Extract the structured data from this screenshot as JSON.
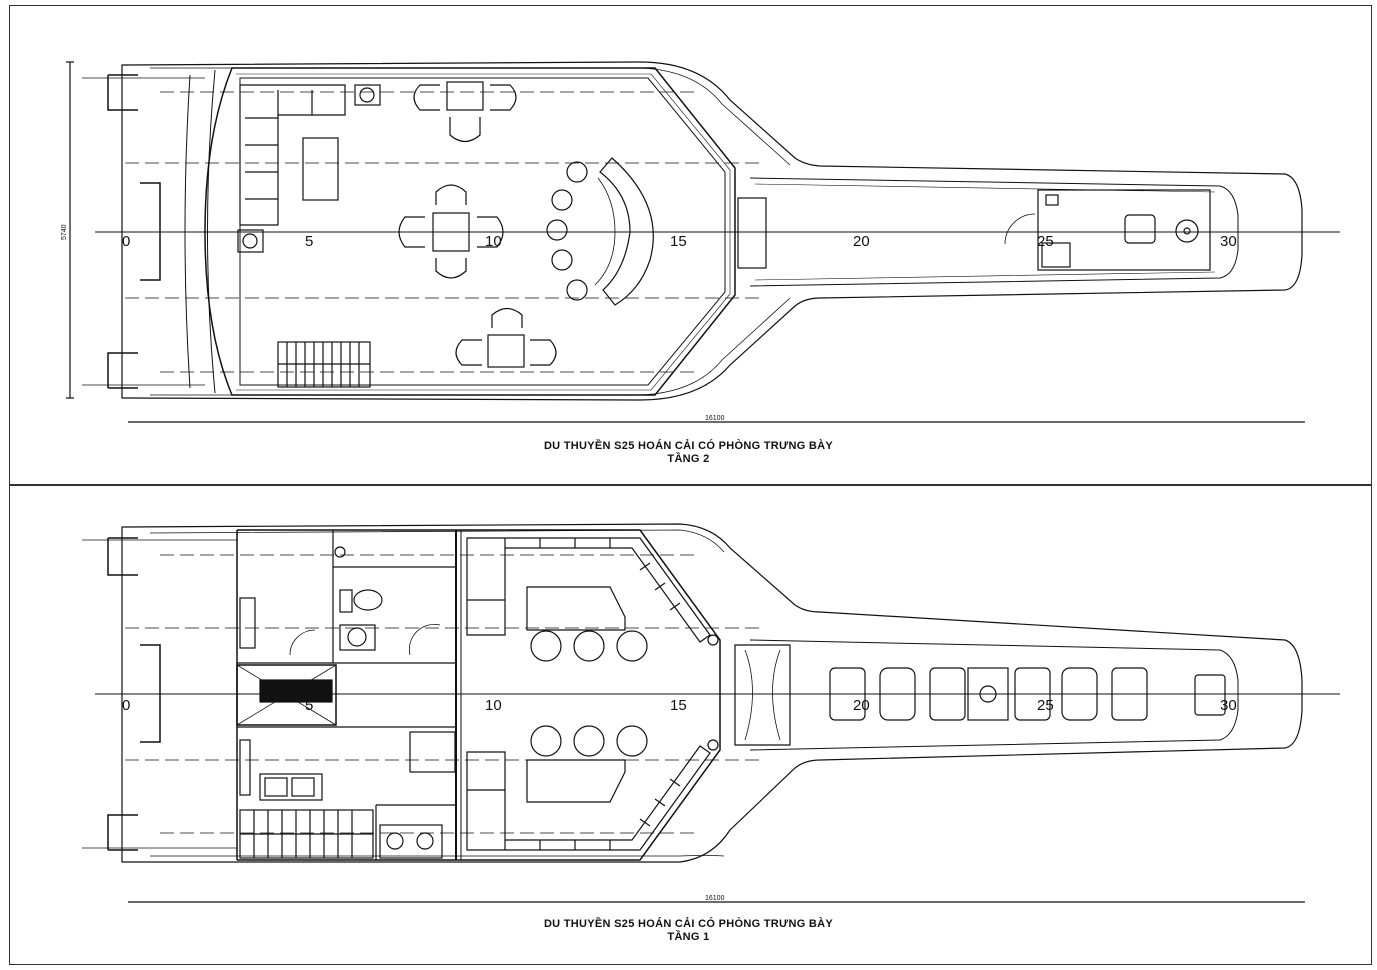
{
  "upper_deck": {
    "overall_dimension": "16100",
    "beam_dimension": "5740",
    "frame_numbers": [
      "0",
      "5",
      "10",
      "15",
      "20",
      "25",
      "30"
    ],
    "caption_line1": "DU THUYỀN S25 HOÁN CẢI CÓ PHÒNG TRƯNG BÀY",
    "caption_line2": "TẦNG 2"
  },
  "lower_deck": {
    "overall_dimension": "16100",
    "frame_numbers": [
      "0",
      "5",
      "10",
      "15",
      "20",
      "25",
      "30"
    ],
    "caption_line1": "DU THUYỀN S25 HOÁN CẢI CÓ PHÒNG TRƯNG BÀY",
    "caption_line2": "TẦNG 1"
  },
  "colors": {
    "line": "#111111",
    "background": "#ffffff"
  }
}
